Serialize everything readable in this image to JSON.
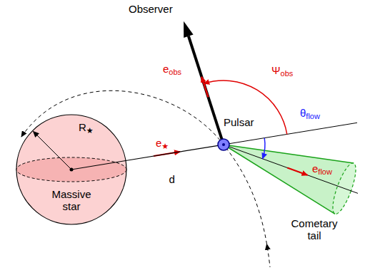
{
  "diagram": {
    "nodes": [
      {
        "text": [
          "R★",
          "Massive star"
        ]
      },
      {
        "text": [
          "Pulsar"
        ]
      },
      {
        "text": [
          "eflow",
          "Cometary tail"
        ]
      }
    ],
    "edges": [
      {
        "from": 0,
        "to": 1,
        "arrow": "none",
        "label": "d"
      }
    ],
    "labels": [
      "Observer",
      "eobs",
      "Ψobs",
      "e★",
      "θflow"
    ]
  }
}
